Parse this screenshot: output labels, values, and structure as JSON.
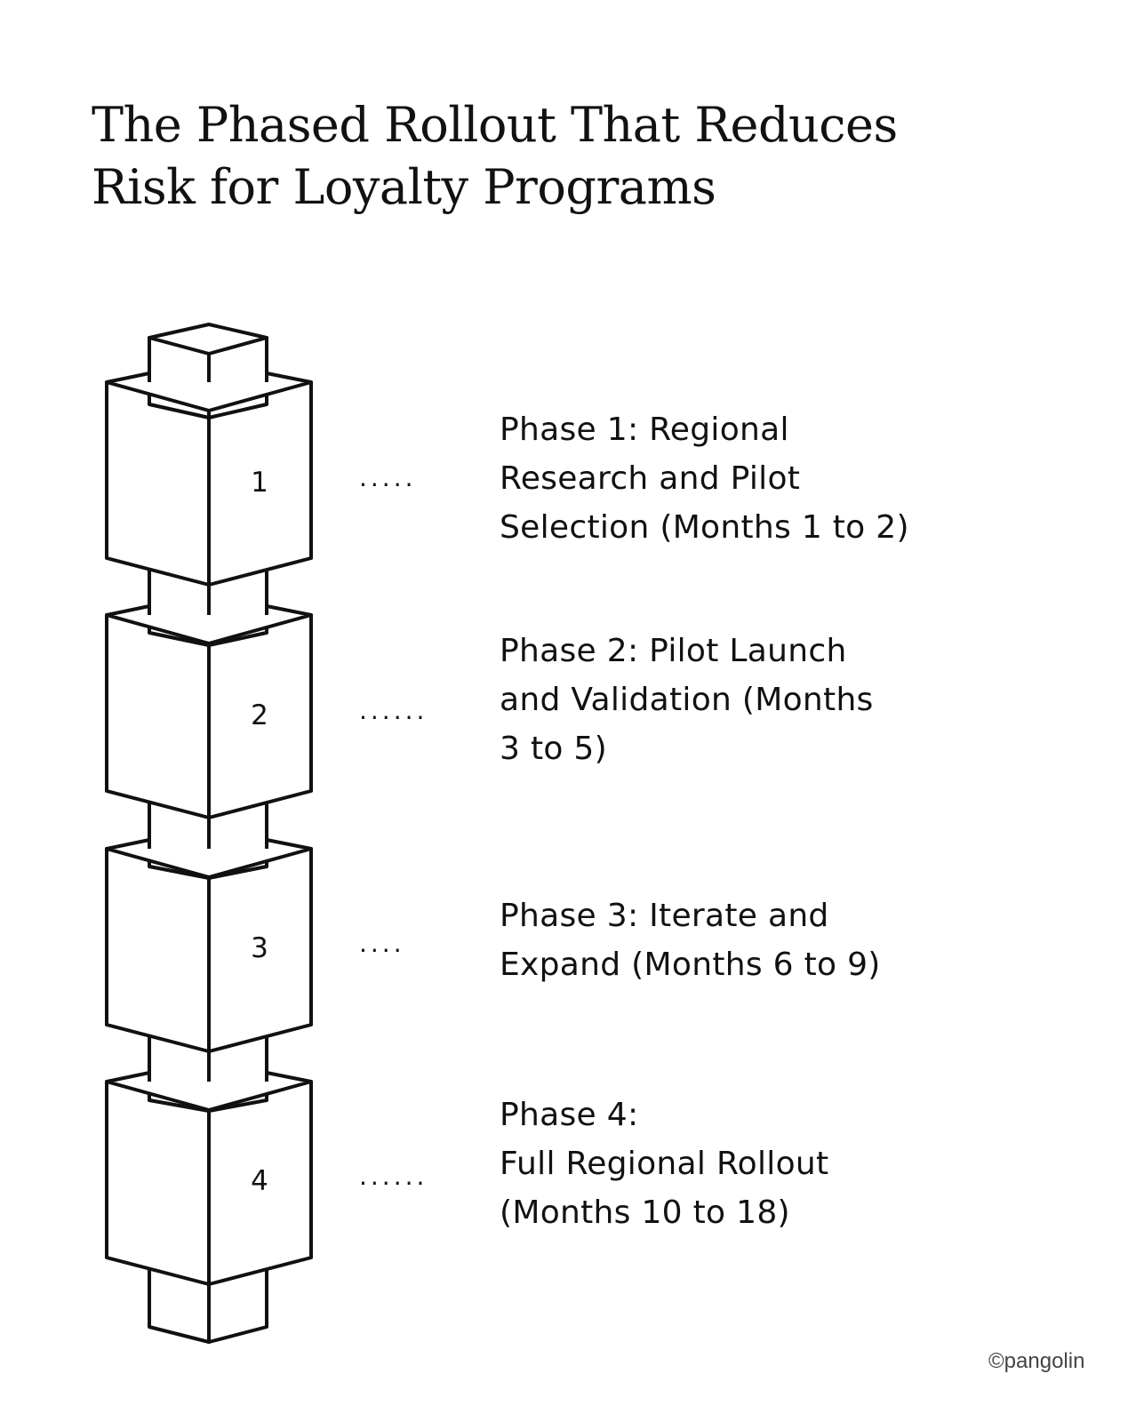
{
  "title": {
    "line1": "The Phased Rollout That Reduces",
    "line2": "Risk for Loyalty Programs"
  },
  "phases": [
    {
      "number": "1",
      "dots": ".....",
      "lines": [
        "Phase 1: Regional",
        "Research and Pilot",
        "Selection (Months 1 to 2)"
      ]
    },
    {
      "number": "2",
      "dots": "......",
      "lines": [
        "Phase 2: Pilot Launch",
        "and Validation (Months",
        "3 to 5)"
      ]
    },
    {
      "number": "3",
      "dots": "....",
      "lines": [
        "Phase 3: Iterate and",
        "Expand (Months 6 to 9)"
      ]
    },
    {
      "number": "4",
      "dots": "......",
      "lines": [
        "Phase 4:",
        "Full Regional Rollout",
        "(Months 10 to 18)"
      ]
    }
  ],
  "credit": "©pangolin",
  "colors": {
    "ink": "#111111",
    "background": "#ffffff"
  }
}
